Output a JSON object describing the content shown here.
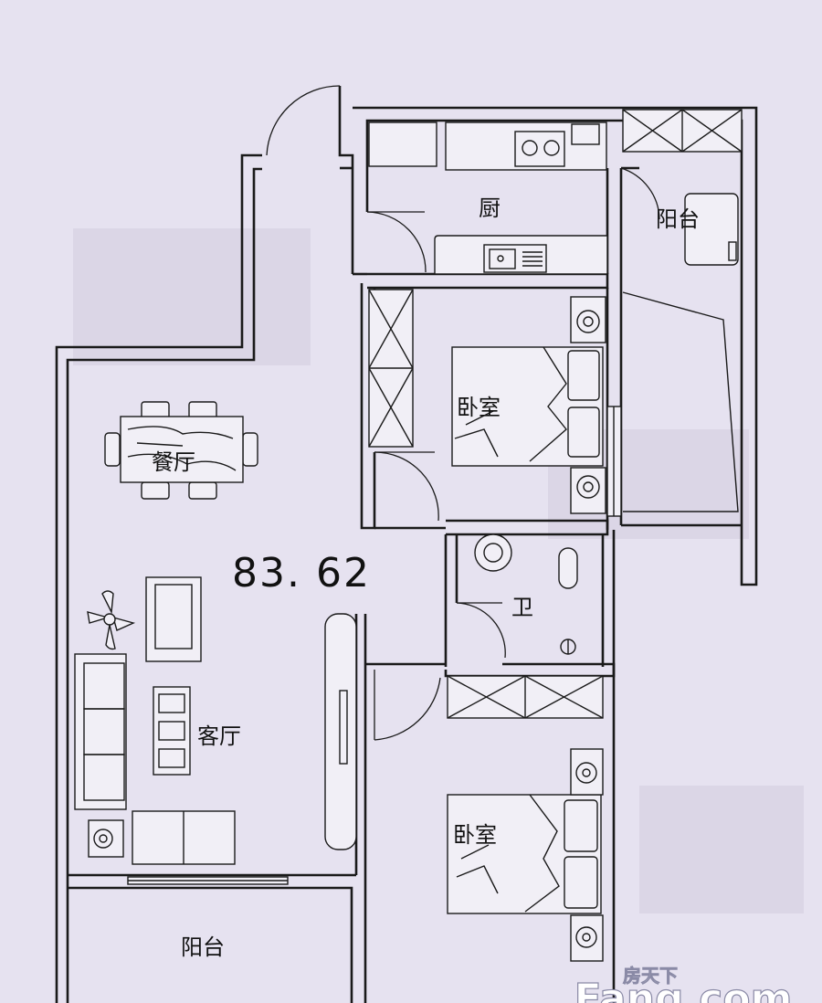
{
  "plan": {
    "area": "83. 62",
    "rooms": {
      "kitchen": "厨",
      "balcony_top": "阳台",
      "bedroom_1": "卧室",
      "dining": "餐厅",
      "bathroom": "卫",
      "living": "客厅",
      "bedroom_2": "卧室",
      "balcony_bottom": "阳台"
    }
  },
  "watermark": {
    "cn": "房天下",
    "en": "Fang.com"
  },
  "colors": {
    "background": "#e6e2f0",
    "line": "#1a1a1a"
  }
}
